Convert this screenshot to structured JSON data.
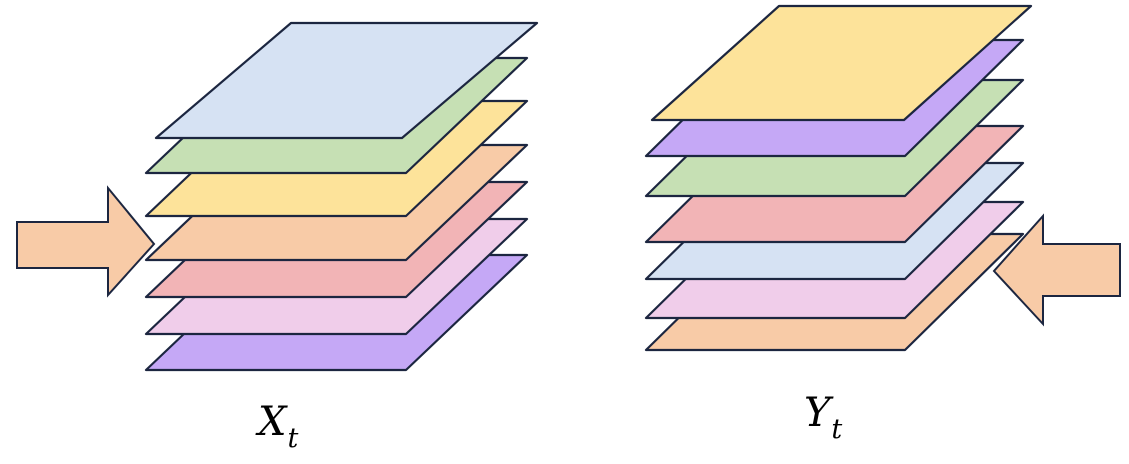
{
  "labels": {
    "left_stack": {
      "base": "X",
      "subscript": "t"
    },
    "right_stack": {
      "base": "Y",
      "subscript": "t"
    }
  },
  "colors": {
    "blue": "#d6e2f3",
    "green": "#c6e0b4",
    "yellow": "#fde39a",
    "orange": "#f8cba7",
    "red": "#f2b4b6",
    "pink": "#f0cdea",
    "purple": "#c5a8f6",
    "arrow": "#f8cba7",
    "outline": "#1c2640"
  },
  "stacks": {
    "left": {
      "layers_bottom_to_top": [
        "purple",
        "pink",
        "red",
        "orange",
        "yellow",
        "green",
        "blue"
      ],
      "arrow_direction": "right"
    },
    "right": {
      "layers_bottom_to_top": [
        "orange",
        "pink",
        "blue",
        "red",
        "green",
        "purple",
        "yellow"
      ],
      "arrow_direction": "left"
    }
  }
}
